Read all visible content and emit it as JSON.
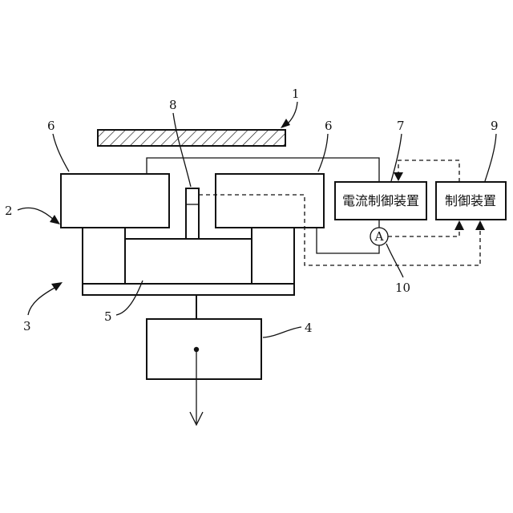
{
  "labels": {
    "target": "1",
    "magnet_unit": "2",
    "assembly": "3",
    "drive": "4",
    "yoke": "5",
    "magnet_left": "6",
    "magnet_right": "6",
    "current_ctrl_ref": "7",
    "sensor": "8",
    "controller_ref": "9",
    "ammeter_ref": "10"
  },
  "current_control_device": "電流制御装置",
  "control_device": "制御装置",
  "ammeter_symbol": "A"
}
